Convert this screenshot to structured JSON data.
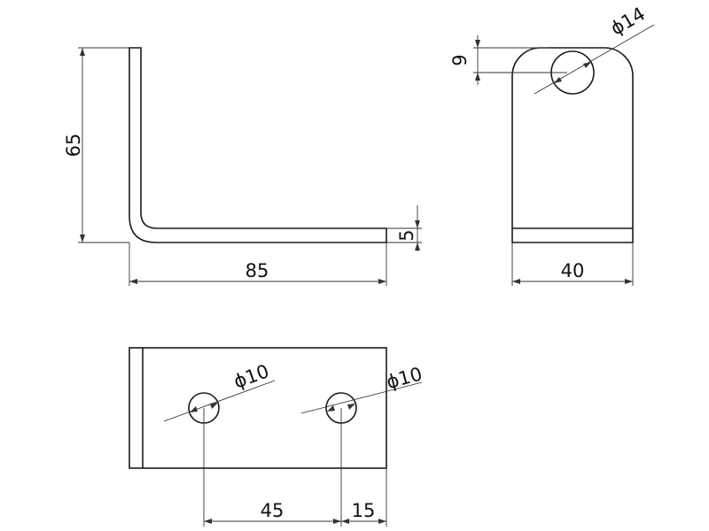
{
  "drawing": {
    "side_view": {
      "height_dim": "65",
      "length_dim": "85",
      "thickness_dim": "5"
    },
    "front_view": {
      "hole_diameter": "ϕ14",
      "hole_offset_dim": "9",
      "width_dim": "40"
    },
    "top_view": {
      "hole1_diameter": "ϕ10",
      "hole2_diameter": "ϕ10",
      "spacing_dim": "45",
      "edge_dim": "15"
    }
  }
}
